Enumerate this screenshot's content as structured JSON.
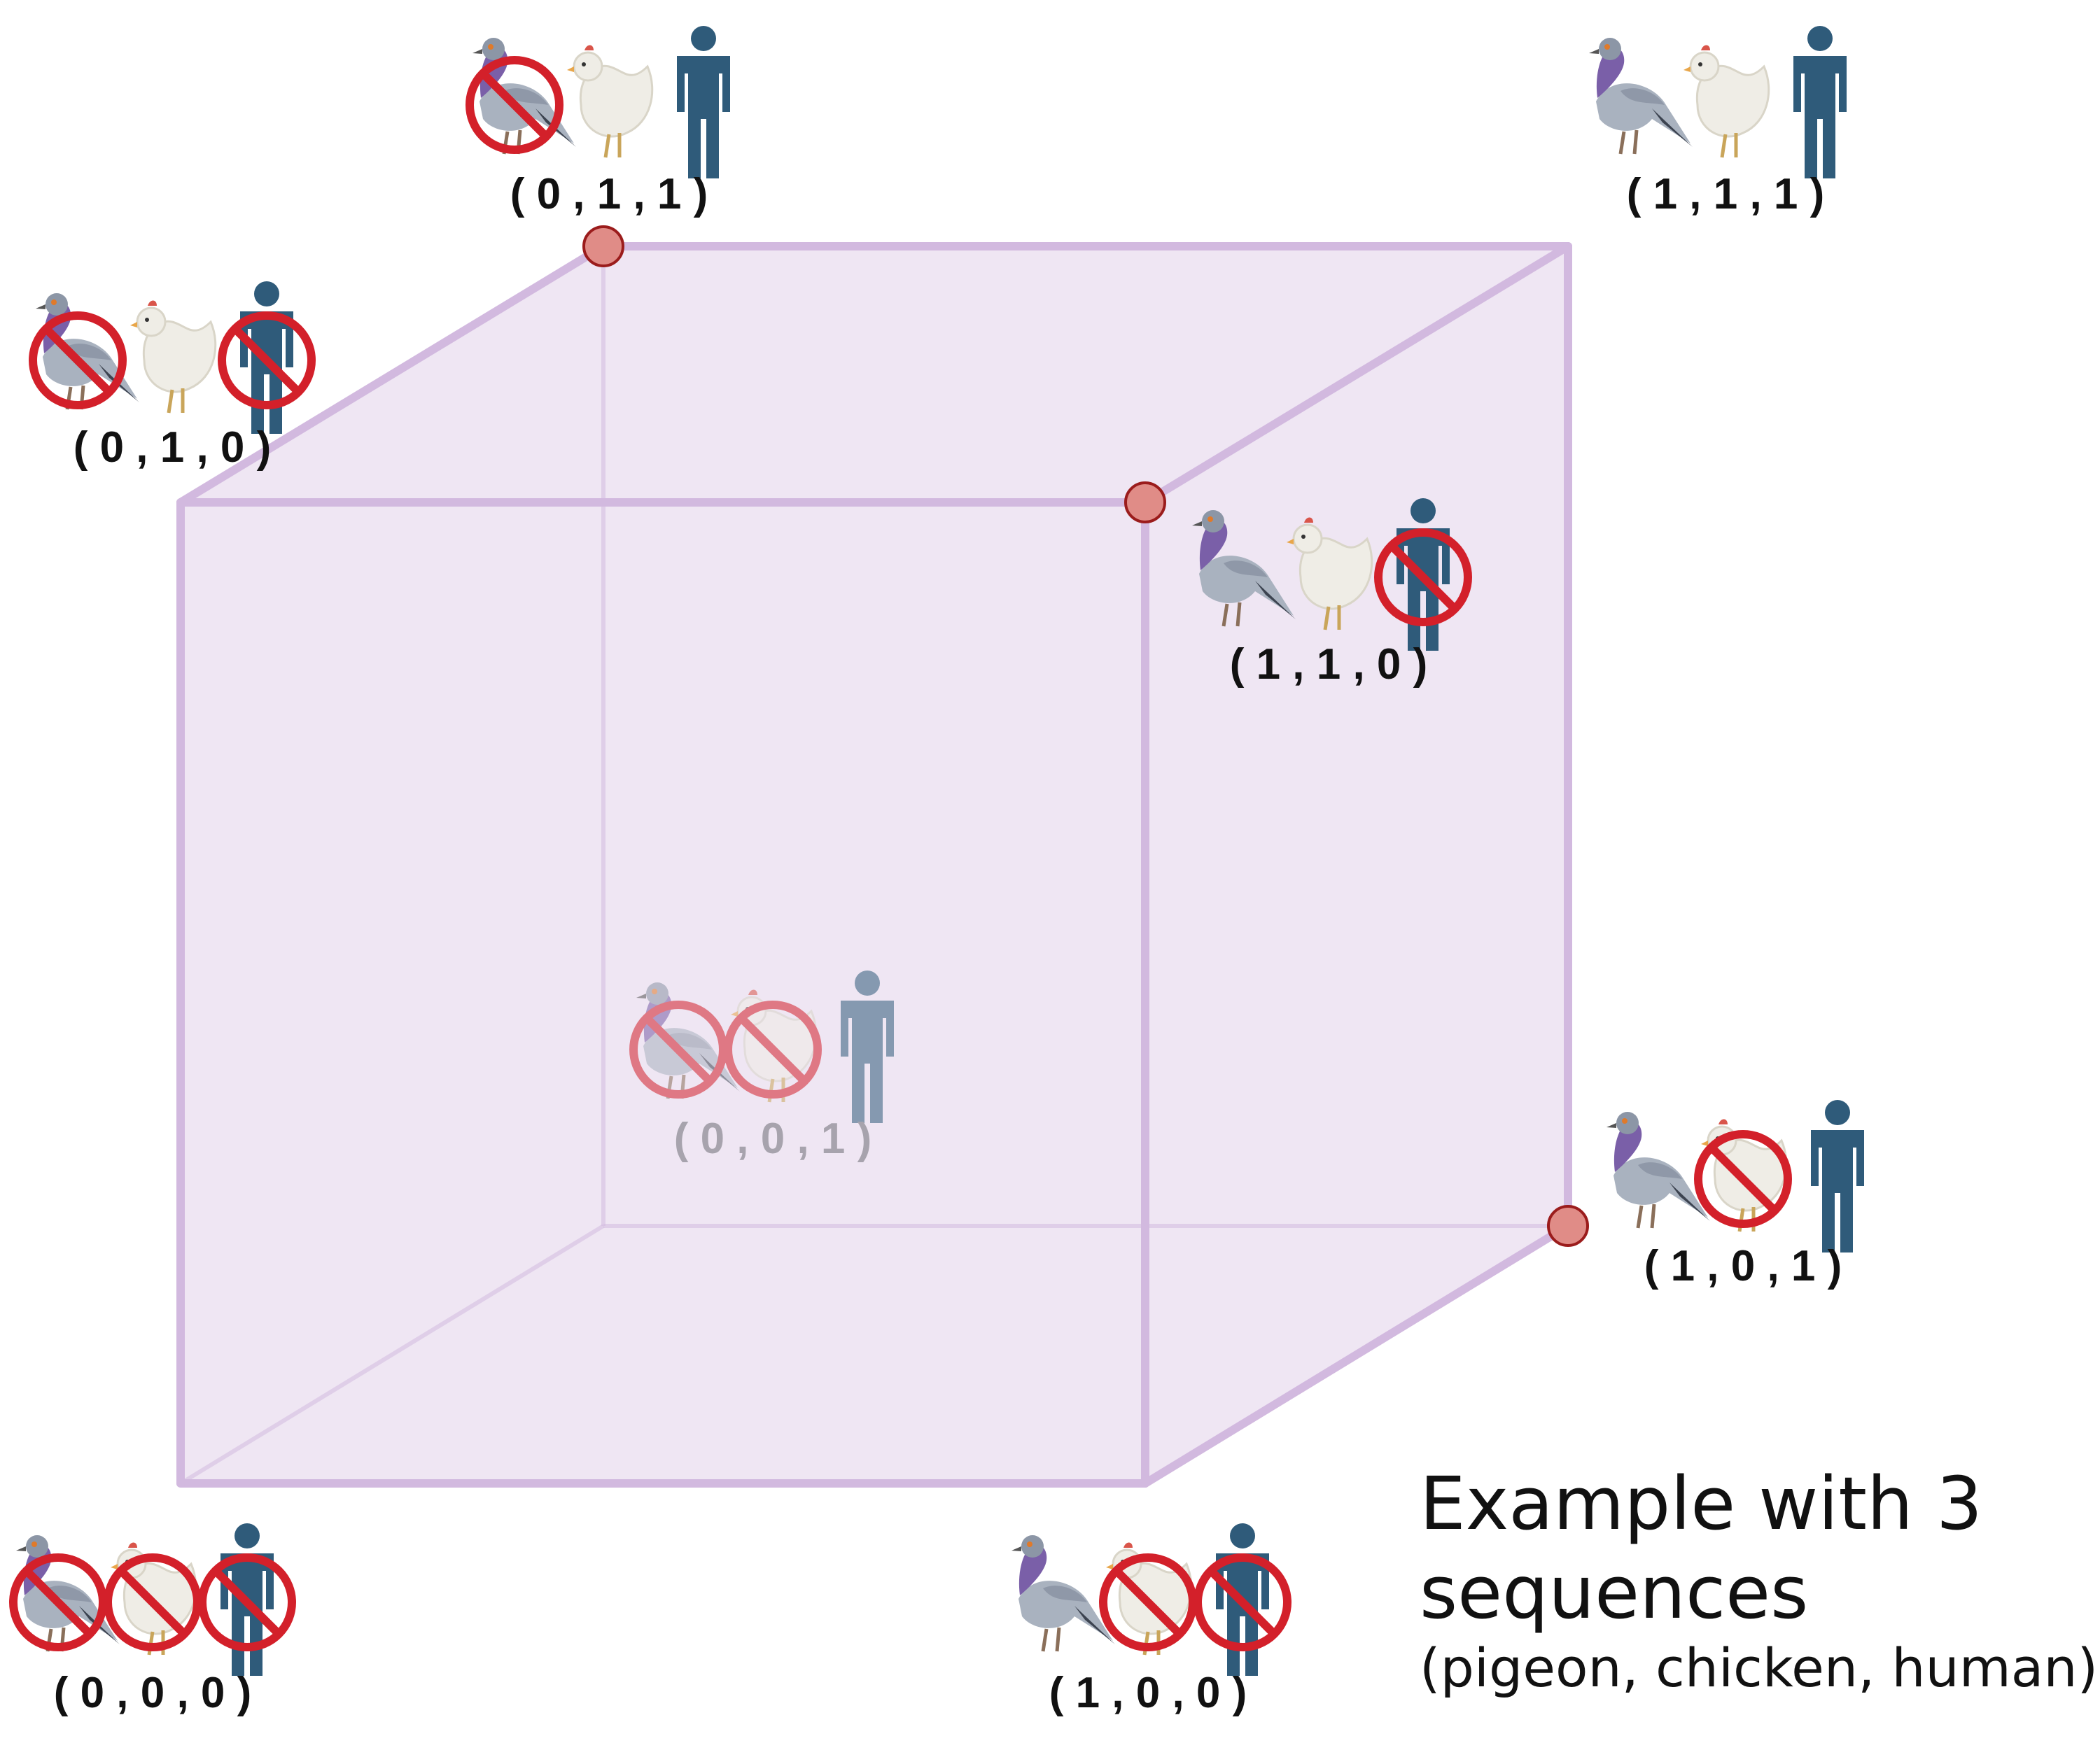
{
  "caption": {
    "title_line1": "Example with 3",
    "title_line2": "sequences",
    "subtitle": "(pigeon, chicken, human)"
  },
  "species": [
    "pigeon",
    "chicken",
    "human"
  ],
  "colors": {
    "cube_fill": "#efe6f3",
    "cube_edge": "#d2b9df",
    "vertex_marker": "#e08c87",
    "vertex_marker_stroke": "#9b1c1c",
    "prohibition": "#d3202a",
    "human": "#2f5b7a",
    "pigeon_body": "#a9b2bf",
    "pigeon_neck": "#7a5fa8",
    "chicken": "#efede6"
  },
  "vertices": [
    {
      "id": "v000",
      "label": "( 0 , 0 , 0 )",
      "pigeon": 0,
      "chicken": 0,
      "human": 0,
      "visible": true,
      "marker": false
    },
    {
      "id": "v100",
      "label": "( 1 , 0 , 0 )",
      "pigeon": 1,
      "chicken": 0,
      "human": 0,
      "visible": true,
      "marker": false
    },
    {
      "id": "v010",
      "label": "( 0 , 1 , 0 )",
      "pigeon": 0,
      "chicken": 1,
      "human": 0,
      "visible": true,
      "marker": false
    },
    {
      "id": "v110",
      "label": "( 1 , 1 , 0 )",
      "pigeon": 1,
      "chicken": 1,
      "human": 0,
      "visible": true,
      "marker": true
    },
    {
      "id": "v001",
      "label": "( 0 , 0 , 1 )",
      "pigeon": 0,
      "chicken": 0,
      "human": 1,
      "visible": false,
      "marker": false
    },
    {
      "id": "v101",
      "label": "( 1 , 0 , 1 )",
      "pigeon": 1,
      "chicken": 0,
      "human": 1,
      "visible": true,
      "marker": true
    },
    {
      "id": "v011",
      "label": "( 0 , 1 , 1 )",
      "pigeon": 0,
      "chicken": 1,
      "human": 1,
      "visible": true,
      "marker": true
    },
    {
      "id": "v111",
      "label": "( 1 , 1 , 1 )",
      "pigeon": 1,
      "chicken": 1,
      "human": 1,
      "visible": true,
      "marker": false
    }
  ]
}
